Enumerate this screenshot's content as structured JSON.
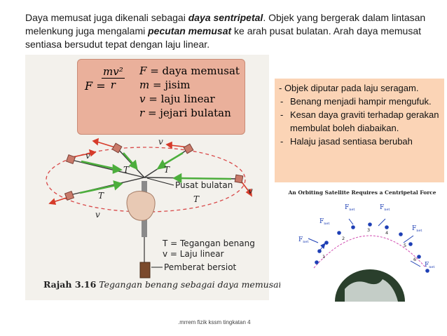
{
  "intro": {
    "part1": "Daya memusat juga dikenali sebagai  ",
    "term1": "daya sentripetal",
    "part2": ". Objek yang bergerak dalam lintasan melenkung  juga mengalami ",
    "term2": "pecutan memusat",
    "part3": " ke arah pusat bulatan. Arah daya  memusat sentiasa bersudut tepat dengan  laju linear."
  },
  "formula": {
    "lhs": "F =",
    "numerator": "mv²",
    "denominator": "r",
    "defs": [
      {
        "sym": "F",
        "text": " = daya memusat"
      },
      {
        "sym": "m",
        "text": " = jisim"
      },
      {
        "sym": "v",
        "text": " = laju linear"
      },
      {
        "sym": "r",
        "text": " = jejari bulatan"
      }
    ]
  },
  "diagram": {
    "labels": {
      "center": "Pusat bulatan",
      "tension": "T = Tegangan benang",
      "speed": "v = Laju linear",
      "weight": "Pemberat bersiot",
      "T": "T",
      "v": "v"
    },
    "caption_num": "Rajah 3.16",
    "caption_text": " Tegangan benang sebagai daya memusat"
  },
  "notes": {
    "first": "- Objek diputar pada laju seragam.",
    "items": [
      "Benang menjadi hampir mengufuk.",
      "Kesan daya graviti terhadap gerakan membulat boleh diabaikan.",
      "Halaju jasad sentiasa berubah"
    ]
  },
  "satellite": {
    "title": "An Orbiting Satellite Requires a Centripetal Force",
    "fnet": "F",
    "fnet_sub": "net",
    "points": [
      "1",
      "2",
      "3",
      "4",
      "5",
      "6"
    ]
  },
  "footer": ".mrrem fizik kssm tingkatan 4",
  "colors": {
    "formula_bg": "#eab09b",
    "notes_bg": "#fbd4b6",
    "arrow_red": "#d63b2a",
    "arrow_green": "#4cae3c",
    "orbit_blue": "#1e3fb5"
  }
}
